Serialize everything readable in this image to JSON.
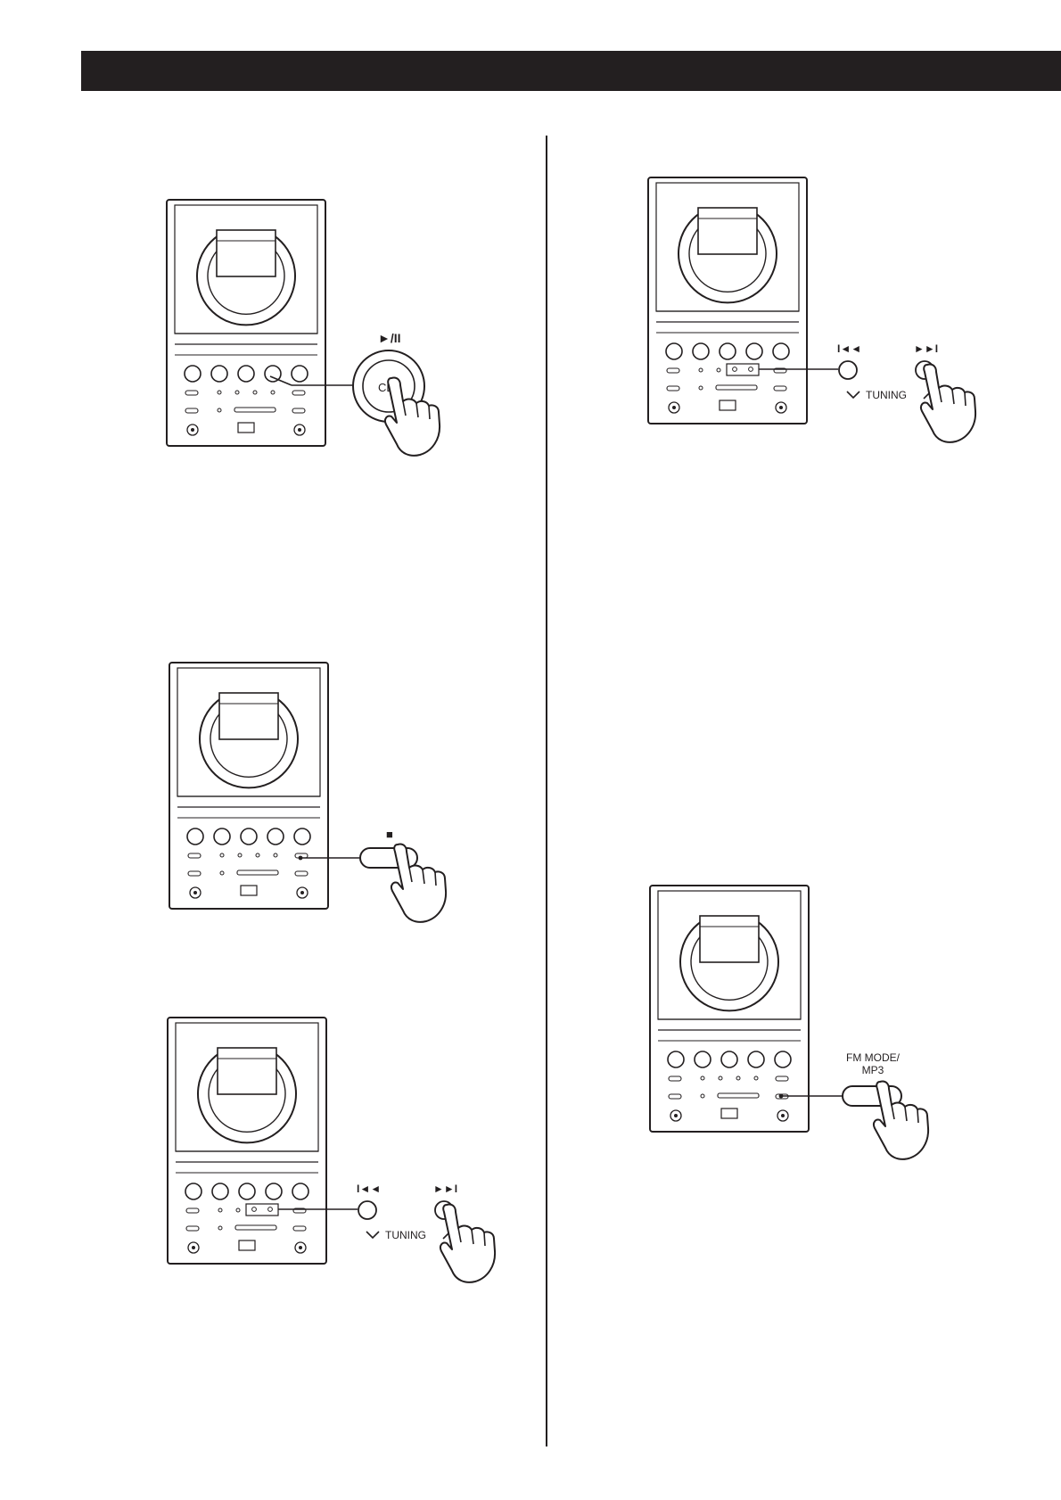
{
  "labels": {
    "play_pause": "►/II",
    "cd": "CD",
    "stop": "■",
    "skip_back": "I◄◄",
    "skip_forward": "►►I",
    "tuning": "TUNING",
    "fm_mode_line1": "FM MODE/",
    "fm_mode_line2": "MP3"
  }
}
